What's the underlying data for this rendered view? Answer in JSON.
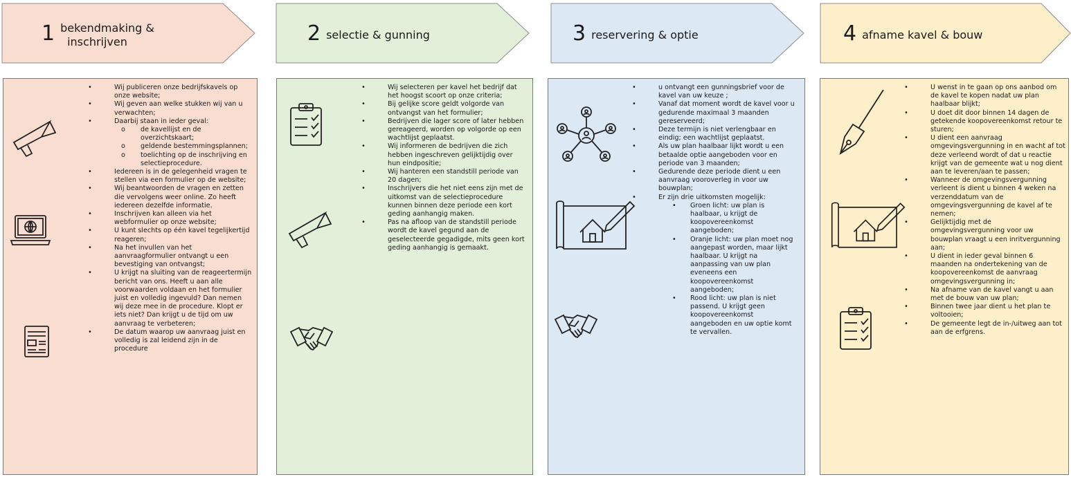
{
  "steps": [
    {
      "number": "1",
      "title": "bekendmaking &",
      "title2": "inschrijven",
      "fill": "#f8ddd0",
      "items": [
        {
          "text": "Wij publiceren onze bedrijfskavels op onze website;"
        },
        {
          "text": "Wij geven aan welke stukken wij van u verwachten;"
        },
        {
          "text": "Daarbij staan in ieder geval:",
          "sub": [
            "de kavellijst en de overzichtskaart;",
            "geldende bestemmingsplannen;",
            "toelichting op de inschrijving en selectieprocedure."
          ]
        },
        {
          "text": "Iedereen is in de gelegenheid vragen te stellen via een formulier op de website;"
        },
        {
          "text": "Wij beantwoorden de vragen en zetten die vervolgens weer online. Zo heeft iedereen dezelfde informatie."
        },
        {
          "text": "Inschrijven kan alleen via het webformulier op onze website;"
        },
        {
          "text": "U kunt slechts op één kavel tegelijkertijd reageren;"
        },
        {
          "text": "Na het invullen van het aanvraagformulier ontvangt u een bevestiging van ontvangst;"
        },
        {
          "text": "U krijgt na sluiting van de reageertermijn bericht van ons. Heeft u aan alle voorwaarden voldaan en het formulier juist en volledig ingevuld? Dan nemen wij deze mee in de procedure. Klopt er iets niet? Dan krijgt u de tijd om uw aanvraag te verbeteren;"
        },
        {
          "text": "De datum waarop uw aanvraag juist en volledig is zal leidend zijn in de procedure"
        }
      ]
    },
    {
      "number": "2",
      "title": "selectie & gunning",
      "title2": "",
      "fill": "#e2efd9",
      "items": [
        {
          "text": "Wij selecteren per kavel het bedrijf dat het hoogst scoort op onze criteria;"
        },
        {
          "text": "Bij gelijke score geldt volgorde van ontvangst van het formulier;"
        },
        {
          "text": "Bedrijven die lager score of later hebben gereageerd, worden op volgorde op een wachtlijst geplaatst."
        },
        {
          "text": "Wij informeren de bedrijven die zich hebben ingeschreven gelijktijdig over hun eindpositie;"
        },
        {
          "text": "Wij hanteren een standstill periode van 20 dagen;"
        },
        {
          "text": "Inschrijvers die het niet eens zijn met de uitkomst van de selectieprocedure kunnen binnen deze periode een kort geding aanhangig maken."
        },
        {
          "text": "Pas na afloop van de standstill periode wordt de kavel gegund aan de geselecteerde gegadigde, mits geen kort geding aanhangig is gemaakt."
        }
      ]
    },
    {
      "number": "3",
      "title": "reservering & optie",
      "title2": "",
      "fill": "#dde8f5",
      "items": [
        {
          "text": "u ontvangt een gunningsbrief voor de kavel van uw keuze ;"
        },
        {
          "text": "Vanaf dat moment wordt de kavel voor u gedurende maximaal 3 maanden gereserveerd;"
        },
        {
          "text": "Deze termijn is niet verlengbaar en eindig; een wachtlijst geplaatst."
        },
        {
          "text": "Als uw plan haalbaar lijkt wordt u een betaalde optie aangeboden voor en periode van 3 maanden;"
        },
        {
          "text": "Gedurende deze periode dient u een aanvraag vooroverleg in voor uw bouwplan;"
        },
        {
          "text": "Er zijn drie uitkomsten mogelijk:",
          "sub": [
            "Groen licht: uw plan is haalbaar, u krijgt de koopovereenkomst aangeboden;",
            "Oranje licht: uw plan moet nog aangepast worden, maar lijkt haalbaar. U krijgt na aanpassing van uw plan eveneens een koopovereenkomst aangeboden;",
            "Rood licht: uw plan is niet passend. U krijgt geen koopovereenkomst aangeboden en uw optie komt te vervallen."
          ]
        }
      ]
    },
    {
      "number": "4",
      "title": "afname kavel & bouw",
      "title2": "",
      "fill": "#fdefc9",
      "items": [
        {
          "text": "U wenst in te gaan op ons aanbod om de kavel te kopen nadat uw plan haalbaar blijkt;"
        },
        {
          "text": "U doet dit door binnen 14 dagen de getekende koopovereenkomst retour te sturen;"
        },
        {
          "text": "U dient een aanvraag omgevingsvergunning in en wacht af tot deze verleend wordt of dat u reactie krijgt van de gemeente wat u nog dient aan te leveren/aan te passen;"
        },
        {
          "text": "Wanneer de omgevingsvergunning verleent is dient u binnen 4 weken na verzenddatum van de omgevingsvergunning de kavel af te nemen;"
        },
        {
          "text": "Gelijktijdig met de omgevingsvergunning voor uw bouwplan vraagt u een inritvergunning aan;"
        },
        {
          "text": "U dient in ieder geval binnen 6 maanden na ondertekening van de koopovereenkomst de aanvraag omgevingsvergunning in;"
        },
        {
          "text": "Na afname van de kavel vangt u aan met de bouw van uw plan;"
        },
        {
          "text": "Binnen twee jaar dient u het plan te voltooien;"
        },
        {
          "text": "De gemeente legt de in-/uitweg aan tot aan de erfgrens."
        }
      ]
    }
  ],
  "icons": {
    "step1": [
      "megaphone-icon",
      "laptop-globe-icon",
      "newspaper-icon"
    ],
    "step2": [
      "clipboard-checklist-icon",
      "megaphone-icon",
      "handshake-icon"
    ],
    "step3": [
      "network-people-icon",
      "house-blueprint-icon",
      "handshake-icon"
    ],
    "step4": [
      "fountain-pen-icon",
      "house-blueprint-icon",
      "clipboard-checklist-icon"
    ]
  },
  "colors": {
    "border": "#7a7a7a",
    "arrow_stroke": "#8c8c8c",
    "icon": "#222222"
  }
}
